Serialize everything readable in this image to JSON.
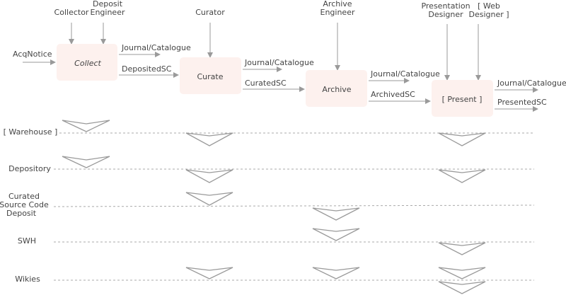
{
  "colors": {
    "box_fill": "#fdf1ee",
    "line": "#9a9a9a",
    "text": "#444444",
    "dash": "#aaaaaa"
  },
  "input_label": "AcqNotice",
  "actors": {
    "collector": "Collector",
    "deposit_engineer": [
      "Deposit",
      "Engineer"
    ],
    "curator": "Curator",
    "archive_engineer": [
      "Archive",
      "Engineer"
    ],
    "presentation_designer": [
      "Presentation",
      "Designer"
    ],
    "web_designer": [
      "[ Web",
      "Designer ]"
    ]
  },
  "processes": {
    "collect": "Collect",
    "curate": "Curate",
    "archive": "Archive",
    "present": "[ Present ]"
  },
  "flows": {
    "collect_journal": "Journal/Catalogue",
    "collect_output": "DepositedSC",
    "curate_journal": "Journal/Catalogue",
    "curate_output": "CuratedSC",
    "archive_journal": "Journal/Catalogue",
    "archive_output": "ArchivedSC",
    "present_journal": "Journal/Catalogue",
    "present_output": "PresentedSC"
  },
  "stores": {
    "warehouse": "[ Warehouse ]",
    "depository": "Depository",
    "curated_deposit": [
      "Curated",
      "Source Code",
      "Deposit"
    ],
    "swh": "SWH",
    "wikies": "Wikies"
  }
}
